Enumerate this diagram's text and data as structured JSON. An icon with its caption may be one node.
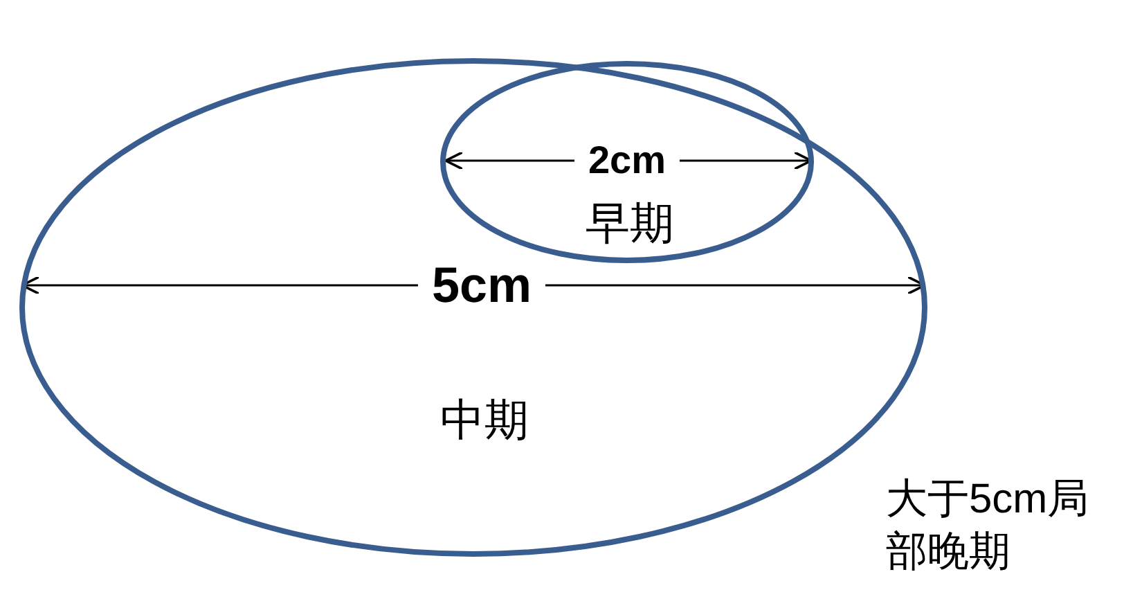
{
  "diagram": {
    "nodes": [
      {
        "text": [
          "中期"
        ]
      },
      {
        "text": [
          "早期"
        ],
        "in": 0
      }
    ],
    "edges": [],
    "labels": [
      "2cm",
      "5cm",
      "大于5cm局部晚期"
    ]
  }
}
